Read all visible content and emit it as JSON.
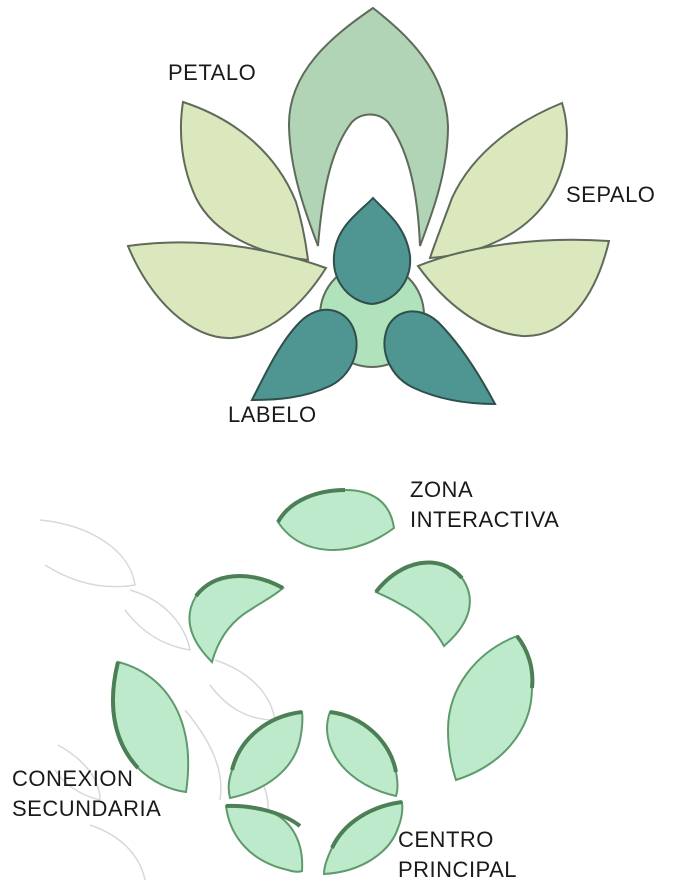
{
  "colors": {
    "petal_top": "#b1d4b6",
    "petal_side": "#dbe8bd",
    "center_disc": "#b0e2bc",
    "labellum": "#4f9693",
    "labellum_stroke": "#2f4f4c",
    "segment_fill": "#bdeacb",
    "segment_edge": "#5e9a6b",
    "ghost_stroke": "#d8d8d8",
    "outline": "#5f6b5a"
  },
  "top_diagram": {
    "petalo": "PETALO",
    "sepalo": "SEPALO",
    "labelo": "LABELO"
  },
  "bottom_diagram": {
    "zona": [
      "ZONA",
      "INTERACTIVA"
    ],
    "conexion": [
      "CONEXION",
      "SECUNDARIA"
    ],
    "centro": [
      "CENTRO",
      "PRINCIPAL"
    ]
  }
}
